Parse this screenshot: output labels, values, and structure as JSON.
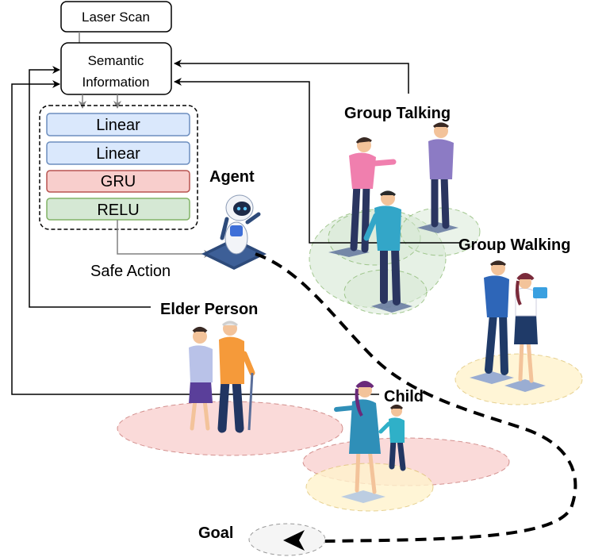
{
  "inputs": {
    "laser_scan": "Laser Scan",
    "semantic_line1": "Semantic",
    "semantic_line2": "Information"
  },
  "network_layers": [
    "Linear",
    "Linear",
    "GRU",
    "RELU"
  ],
  "labels": {
    "agent": "Agent",
    "safe_action": "Safe Action",
    "group_talking": "Group Talking",
    "group_walking": "Group Walking",
    "elder_person": "Elder Person",
    "child": "Child",
    "goal": "Goal"
  },
  "colors": {
    "linear_fill": "#dae8fc",
    "linear_stroke": "#6c8ebf",
    "gru_fill": "#f8cecc",
    "gru_stroke": "#b85450",
    "relu_fill": "#d5e8d4",
    "relu_stroke": "#82b366",
    "green_zone": "#d5e8d4",
    "red_zone": "#f8cecc",
    "yellow_zone": "#fff2cc",
    "goal_zone": "#f5f5f5"
  }
}
